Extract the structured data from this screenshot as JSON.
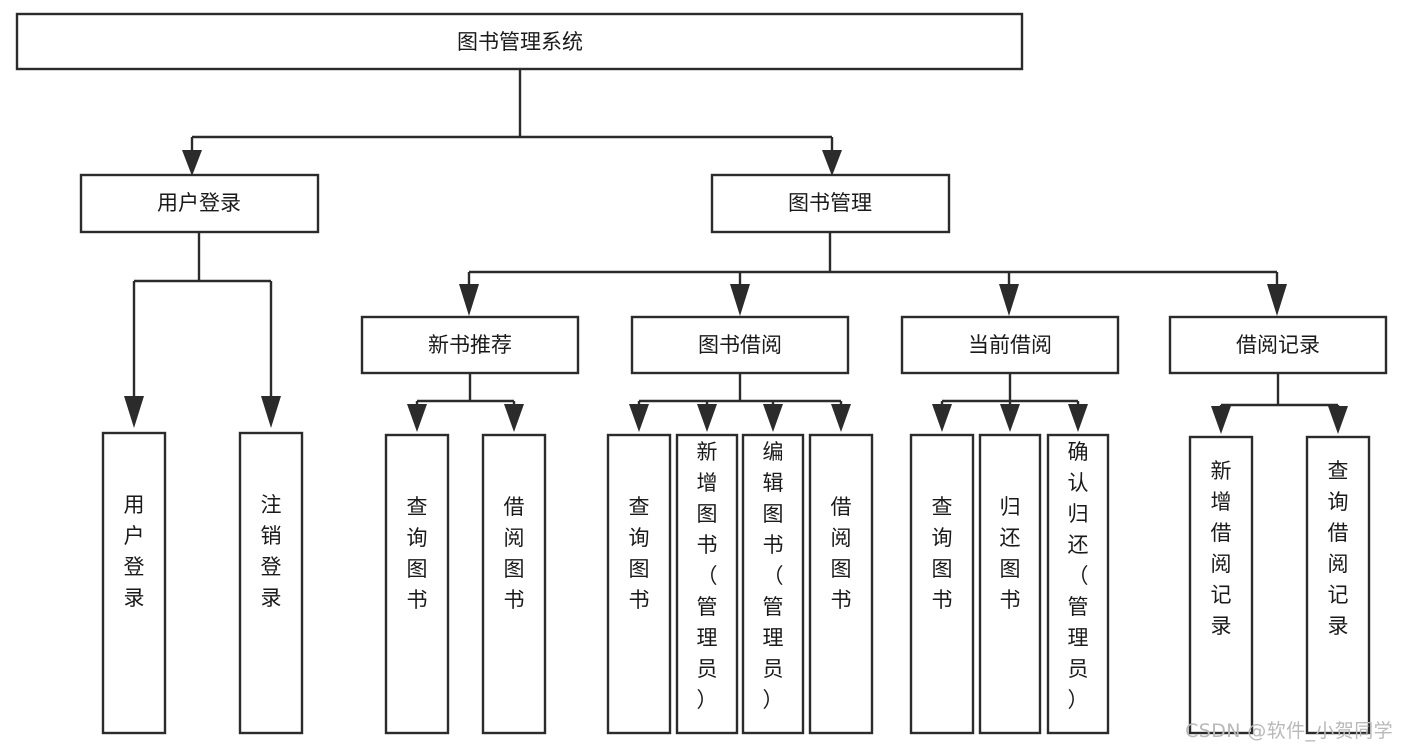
{
  "diagram": {
    "title": "图书管理系统",
    "type": "hierarchy-tree",
    "watermark": "CSDN @软件_小贺同学",
    "colors": {
      "background": "#ffffff",
      "box_fill": "#ffffff",
      "box_stroke": "#2b2b2b",
      "text": "#1a1a1a",
      "watermark": "#b9b9b9"
    },
    "levels": [
      {
        "level": 1,
        "nodes": [
          {
            "id": "root",
            "label": "图书管理系统",
            "orientation": "horizontal"
          }
        ]
      },
      {
        "level": 2,
        "nodes": [
          {
            "id": "user-login",
            "label": "用户登录",
            "orientation": "horizontal",
            "parent": "root"
          },
          {
            "id": "book-manage",
            "label": "图书管理",
            "orientation": "horizontal",
            "parent": "root"
          }
        ]
      },
      {
        "level": 3,
        "nodes": [
          {
            "id": "new-book-recommend",
            "label": "新书推荐",
            "orientation": "horizontal",
            "parent": "book-manage"
          },
          {
            "id": "book-borrow",
            "label": "图书借阅",
            "orientation": "horizontal",
            "parent": "book-manage"
          },
          {
            "id": "current-borrow",
            "label": "当前借阅",
            "orientation": "horizontal",
            "parent": "book-manage"
          },
          {
            "id": "borrow-record",
            "label": "借阅记录",
            "orientation": "horizontal",
            "parent": "book-manage"
          }
        ]
      },
      {
        "level": 4,
        "nodes": [
          {
            "id": "leaf-user-login",
            "label": "用户登录",
            "orientation": "vertical",
            "parent": "user-login"
          },
          {
            "id": "leaf-user-logout",
            "label": "注销登录",
            "orientation": "vertical",
            "parent": "user-login"
          },
          {
            "id": "leaf-query-book-1",
            "label": "查询图书",
            "orientation": "vertical",
            "parent": "new-book-recommend"
          },
          {
            "id": "leaf-borrow-book-1",
            "label": "借阅图书",
            "orientation": "vertical",
            "parent": "new-book-recommend"
          },
          {
            "id": "leaf-query-book-2",
            "label": "查询图书",
            "orientation": "vertical",
            "parent": "book-borrow"
          },
          {
            "id": "leaf-add-book",
            "label": "新增图书（管理员）",
            "orientation": "vertical",
            "parent": "book-borrow"
          },
          {
            "id": "leaf-edit-book",
            "label": "编辑图书（管理员）",
            "orientation": "vertical",
            "parent": "book-borrow"
          },
          {
            "id": "leaf-borrow-book-2",
            "label": "借阅图书",
            "orientation": "vertical",
            "parent": "book-borrow"
          },
          {
            "id": "leaf-query-book-3",
            "label": "查询图书",
            "orientation": "vertical",
            "parent": "current-borrow"
          },
          {
            "id": "leaf-return-book",
            "label": "归还图书",
            "orientation": "vertical",
            "parent": "current-borrow"
          },
          {
            "id": "leaf-confirm-return",
            "label": "确认归还（管理员）",
            "orientation": "vertical",
            "parent": "current-borrow"
          },
          {
            "id": "leaf-add-record",
            "label": "新增借阅记录",
            "orientation": "vertical",
            "parent": "borrow-record"
          },
          {
            "id": "leaf-query-record",
            "label": "查询借阅记录",
            "orientation": "vertical",
            "parent": "borrow-record"
          }
        ]
      }
    ]
  }
}
